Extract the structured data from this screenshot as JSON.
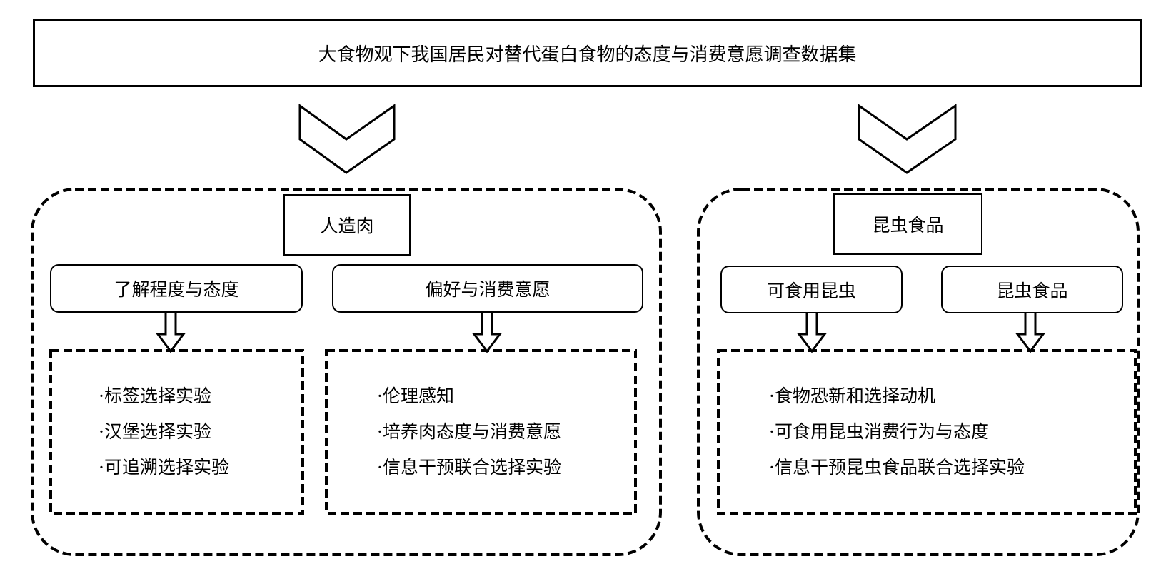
{
  "title": "大食物观下我国居民对替代蛋白食物的态度与消费意愿调查数据集",
  "colors": {
    "line": "#000000",
    "background": "#ffffff"
  },
  "bullet": "·",
  "groups": [
    {
      "name": "人造肉",
      "subcategories": [
        {
          "label": "了解程度与态度",
          "items": [
            "标签选择实验",
            "汉堡选择实验",
            "可追溯选择实验"
          ]
        },
        {
          "label": "偏好与消费意愿",
          "items": [
            "伦理感知",
            "培养肉态度与消费意愿",
            "信息干预联合选择实验"
          ]
        }
      ]
    },
    {
      "name": "昆虫食品",
      "subcategories": [
        {
          "label": "可食用昆虫"
        },
        {
          "label": "昆虫食品"
        }
      ],
      "items": [
        "食物恐新和选择动机",
        "可食用昆虫消费行为与态度",
        "信息干预昆虫食品联合选择实验"
      ]
    }
  ]
}
